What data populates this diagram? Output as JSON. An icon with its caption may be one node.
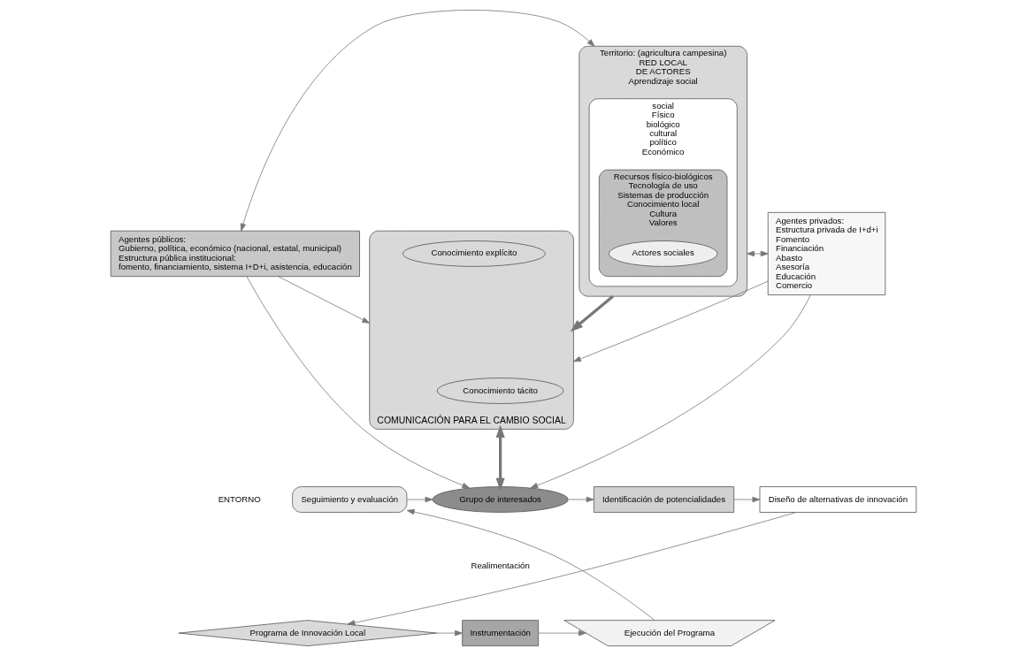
{
  "diagram": {
    "nodes": [
      {
        "text": [
          "Territorio: (agricultura campesina)",
          "RED LOCAL",
          "DE ACTORES",
          "Aprendizaje social"
        ]
      },
      {
        "text": [
          "social",
          "Físico",
          "biológico",
          "cultural",
          "político",
          "Económico"
        ],
        "in": 0
      },
      {
        "text": [
          "Recursos físico-biológicos",
          "Tecnología de uso",
          "Sistemas de producción",
          "Conocimiento local",
          "Cultura",
          "Valores"
        ],
        "in": 1
      },
      {
        "text": [
          "Actores sociales"
        ],
        "in": 2
      },
      {
        "text": [
          "Agentes públicos:",
          "Gubierno, política, económico (nacional, estatal, municipal)",
          "Estructura pública institucional:",
          "fomento, financiamiento, sistema I+D+i, asistencia, educación"
        ]
      },
      {
        "text": [
          "Agentes privados:",
          "Estructura privada de I+d+i",
          "Fomento",
          "Financiación",
          "Abasto",
          "Asesoría",
          "Educación",
          "Comercio"
        ]
      },
      {
        "text": [
          "COMUNICACIÓN PARA EL CAMBIO SOCIAL"
        ]
      },
      {
        "text": [
          "Conocimiento tácito"
        ],
        "in": 6
      },
      {
        "text": [
          "Conocimiento explícito"
        ],
        "in": 6
      },
      {
        "text": [
          "Grupo de interesados"
        ]
      },
      {
        "text": [
          "Seguimiento y evaluación"
        ]
      },
      {
        "text": [
          "Identificación de potencialidades"
        ]
      },
      {
        "text": [
          "Diseño de alternativas de innovación"
        ]
      },
      {
        "text": [
          "Programa de Innovación Local"
        ]
      },
      {
        "text": [
          "Instrumentación"
        ]
      },
      {
        "text": [
          "Ejecución del Programa"
        ]
      }
    ],
    "edges": [
      {
        "from": 4,
        "to": 0,
        "arrow": "both"
      },
      {
        "from": 5,
        "to": 0,
        "arrow": "both"
      },
      {
        "from": 4,
        "to": 6,
        "arrow": "to"
      },
      {
        "from": 4,
        "to": 9,
        "arrow": "to"
      },
      {
        "from": 5,
        "to": 6,
        "arrow": "to"
      },
      {
        "from": 5,
        "to": 9,
        "arrow": "to"
      },
      {
        "from": 0,
        "to": 6,
        "arrow": "to",
        "style": "thick"
      },
      {
        "from": 6,
        "to": 9,
        "arrow": "both",
        "style": "thick"
      },
      {
        "from": 10,
        "to": 9,
        "arrow": "to"
      },
      {
        "from": 9,
        "to": 11,
        "arrow": "to"
      },
      {
        "from": 11,
        "to": 12,
        "arrow": "to"
      },
      {
        "from": 12,
        "to": 13,
        "arrow": "to"
      },
      {
        "from": 13,
        "to": 14,
        "arrow": "to"
      },
      {
        "from": 14,
        "to": 15,
        "arrow": "to"
      },
      {
        "from": 15,
        "to": 10,
        "arrow": "to"
      }
    ],
    "labels": [
      "ENTORNO",
      "Realimentación"
    ]
  }
}
